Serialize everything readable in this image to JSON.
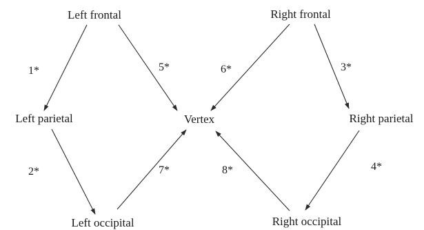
{
  "nodes": {
    "left_frontal": "Left frontal",
    "right_frontal": "Right frontal",
    "left_parietal": "Left parietal",
    "vertex": "Vertex",
    "right_parietal": "Right parietal",
    "left_occipital": "Left occipital",
    "right_occipital": "Right occipital"
  },
  "edges": [
    {
      "id": "e1",
      "label": "1*",
      "from": "left_frontal",
      "to": "left_parietal"
    },
    {
      "id": "e2",
      "label": "2*",
      "from": "left_parietal",
      "to": "left_occipital"
    },
    {
      "id": "e3",
      "label": "3*",
      "from": "right_frontal",
      "to": "right_parietal"
    },
    {
      "id": "e4",
      "label": "4*",
      "from": "right_parietal",
      "to": "right_occipital"
    },
    {
      "id": "e5",
      "label": "5*",
      "from": "left_frontal",
      "to": "vertex"
    },
    {
      "id": "e6",
      "label": "6*",
      "from": "right_frontal",
      "to": "vertex"
    },
    {
      "id": "e7",
      "label": "7*",
      "from": "left_occipital",
      "to": "vertex"
    },
    {
      "id": "e8",
      "label": "8*",
      "from": "right_occipital",
      "to": "vertex"
    }
  ]
}
